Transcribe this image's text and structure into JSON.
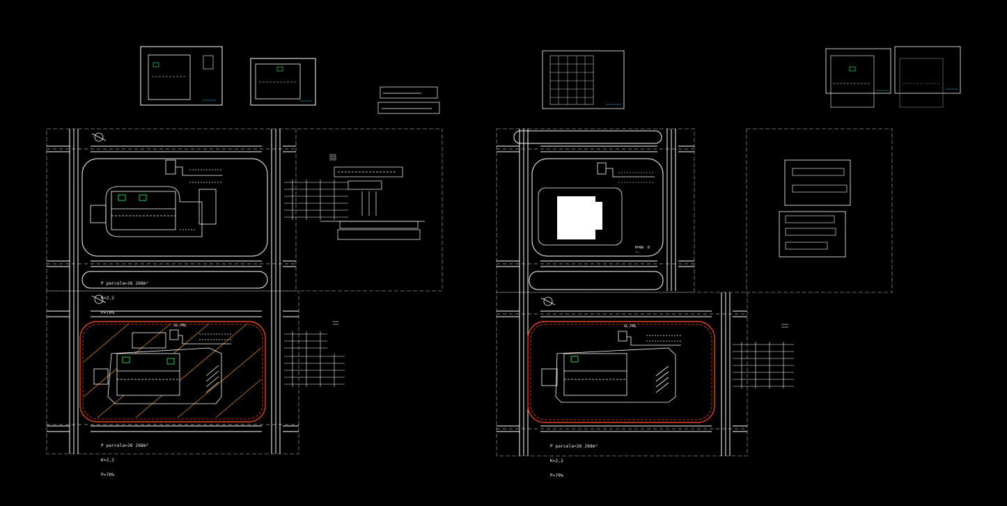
{
  "colors": {
    "background": "#000000",
    "linework": "#ffffff",
    "frame_dash": "#8a8a8a",
    "boundary": "#e8421e",
    "hatch": "#e38a1c",
    "accent_green": "#33ff66",
    "accent_cyan": "#33c8ff"
  },
  "sheets": [
    {
      "name": "left",
      "site_stats_top": {
        "line1": "P parcela=26 268m²",
        "line2": "K=2,2",
        "line3": "P=70%"
      },
      "site_stats_bottom": {
        "line1": "P parcela=26 268m²",
        "line2": "K=2,2",
        "line3": "P=70%"
      },
      "boundary_tag": "GL.PRL"
    },
    {
      "name": "right",
      "site_stats_bottom": {
        "line1": "P parcela=26 268m²",
        "line2": "K=2,2",
        "line3": "P=70%"
      },
      "boundary_tag": "GL.PRL",
      "annotation": "H=8m  D"
    }
  ]
}
